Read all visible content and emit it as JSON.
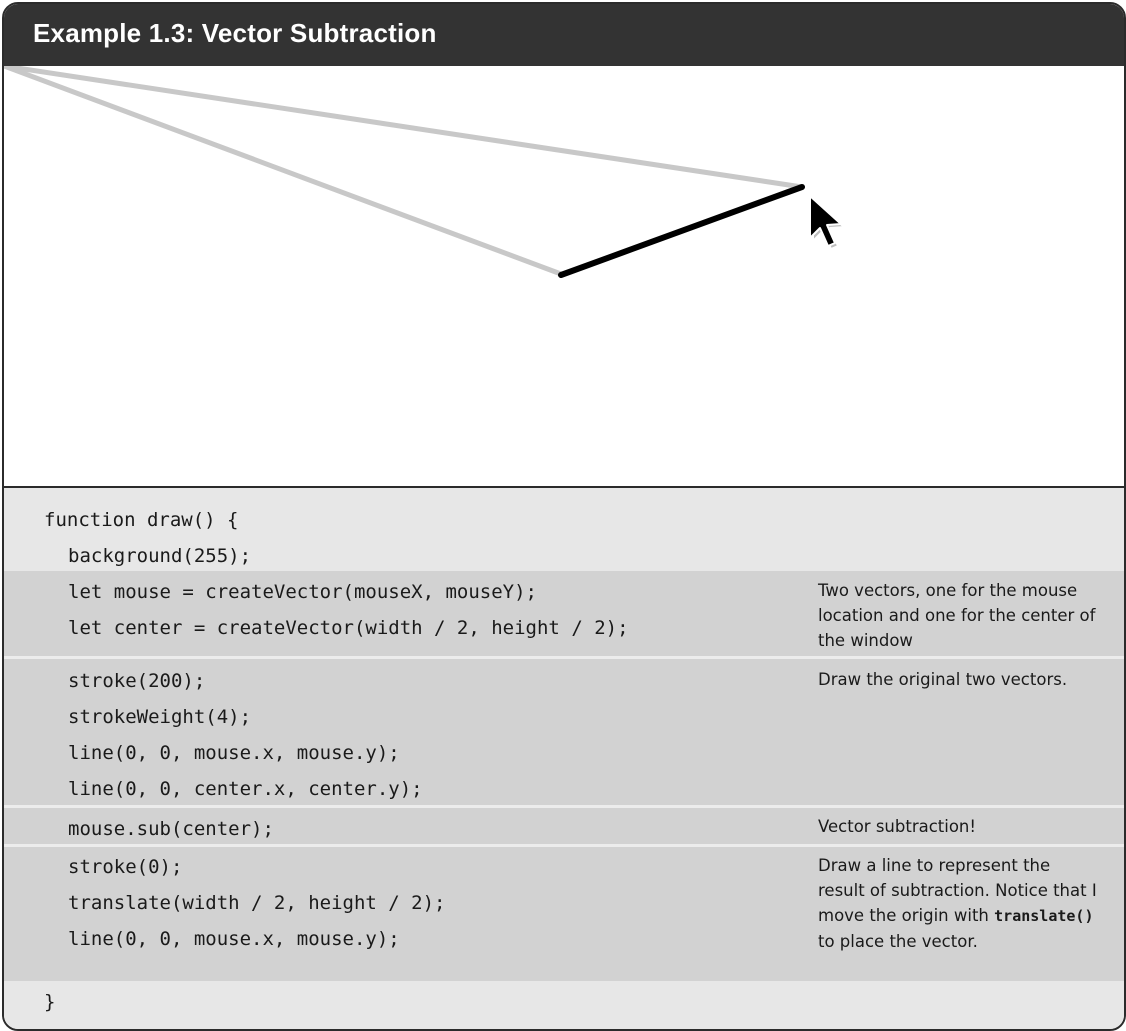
{
  "header": {
    "title": "Example 1.3: Vector Subtraction"
  },
  "code": {
    "open": "function draw() {",
    "line_background": "background(255);",
    "line_mouse": "let mouse = createVector(mouseX, mouseY);",
    "line_center": "let center = createVector(width / 2, height / 2);",
    "line_stroke200": "stroke(200);",
    "line_strokeweight": "strokeWeight(4);",
    "line_line_mouse": "line(0, 0, mouse.x, mouse.y);",
    "line_line_center": "line(0, 0, center.x, center.y);",
    "line_sub": "mouse.sub(center);",
    "line_stroke0": "stroke(0);",
    "line_translate": "translate(width / 2, height / 2);",
    "line_line_result": "line(0, 0, mouse.x, mouse.y);",
    "close": "}"
  },
  "notes": {
    "vectors": "Two vectors, one for the mouse location and one for the center of the window",
    "draw_original": "Draw the original two vectors.",
    "subtraction": "Vector subtraction!",
    "result_part1": "Draw a line to represent the result of subtraction. Notice that I move the origin with ",
    "result_code": "translate()",
    "result_part2": " to place the vector."
  },
  "canvas": {
    "icon": "mouse-cursor-icon",
    "original_vector_color": "#c8c8c8",
    "result_vector_color": "#000000"
  }
}
